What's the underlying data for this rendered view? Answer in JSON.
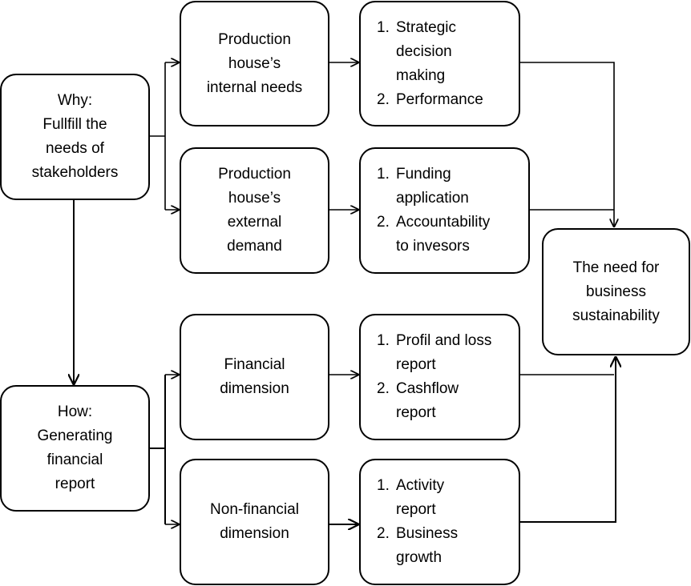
{
  "why": {
    "lines": [
      "Why:",
      "Fullfill the",
      "needs of",
      "stakeholders"
    ]
  },
  "how": {
    "lines": [
      "How:",
      "Generating",
      "financial",
      "report"
    ]
  },
  "production_internal": {
    "lines": [
      "Production",
      "house’s",
      "internal needs"
    ]
  },
  "production_external": {
    "lines": [
      "Production",
      "house’s",
      "external",
      "demand"
    ]
  },
  "financial_dimension": {
    "lines": [
      "Financial",
      "dimension"
    ]
  },
  "non_financial_dimension": {
    "lines": [
      "Non-financial",
      "dimension"
    ]
  },
  "internal_outcomes": [
    {
      "num": "1.",
      "lines": [
        "Strategic",
        "decision",
        "making"
      ]
    },
    {
      "num": "2.",
      "lines": [
        "Performance"
      ]
    }
  ],
  "external_outcomes": [
    {
      "num": "1.",
      "lines": [
        "Funding",
        "application"
      ]
    },
    {
      "num": "2.",
      "lines": [
        "Accountability",
        "to invesors"
      ]
    }
  ],
  "financial_outcomes": [
    {
      "num": "1.",
      "lines": [
        "Profil and loss",
        "report"
      ]
    },
    {
      "num": "2.",
      "lines": [
        "Cashflow",
        "report"
      ]
    }
  ],
  "non_financial_outcomes": [
    {
      "num": "1.",
      "lines": [
        "Activity",
        "report"
      ]
    },
    {
      "num": "2.",
      "lines": [
        "Business",
        "growth"
      ]
    }
  ],
  "sustainability": {
    "lines": [
      "The need for",
      "business",
      "sustainability"
    ]
  }
}
